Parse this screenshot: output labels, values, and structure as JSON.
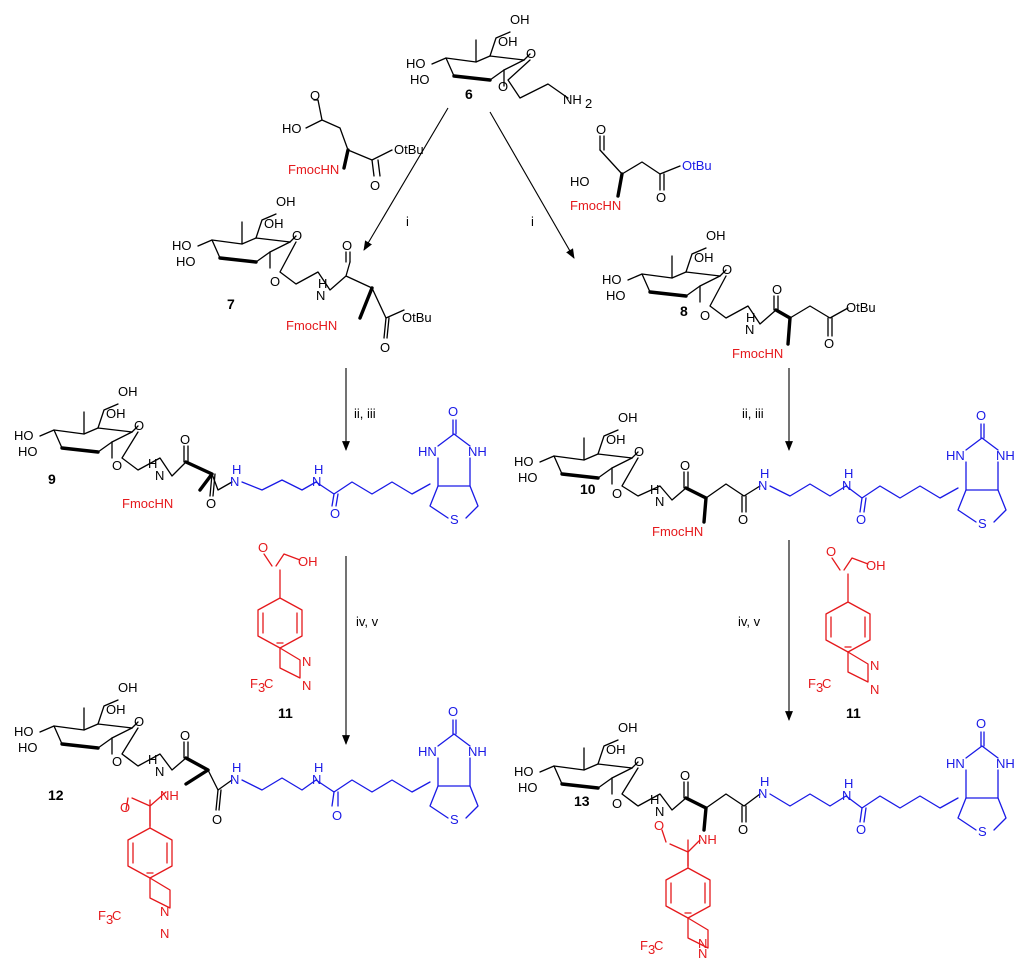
{
  "compounds": {
    "c6": "6",
    "c7": "7",
    "c8": "8",
    "c9": "9",
    "c10": "10",
    "c11a": "11",
    "c11b": "11",
    "c12": "12",
    "c13": "13"
  },
  "conditions": {
    "step_i_left": "i",
    "step_i_right": "i",
    "step_ii_iii_left": "ii, iii",
    "step_ii_iii_right": "ii, iii",
    "step_iv_v_left": "iv, v",
    "step_iv_v_right": "iv, v"
  },
  "labels": {
    "OH": "OH",
    "HO": "HO",
    "O": "O",
    "NH2": "NH",
    "NH2_sub": "2",
    "H": "H",
    "N": "N",
    "HN": "HN",
    "NH": "NH",
    "S": "S",
    "OtBu": "OtBu",
    "FmocHN": "FmocHN",
    "CF3": "F",
    "CF3_sub": "3",
    "CF3_C": "C",
    "HO_acid": "HO"
  },
  "colors": {
    "black": "#000000",
    "red": "#e5191c",
    "blue": "#1a1ae6"
  }
}
